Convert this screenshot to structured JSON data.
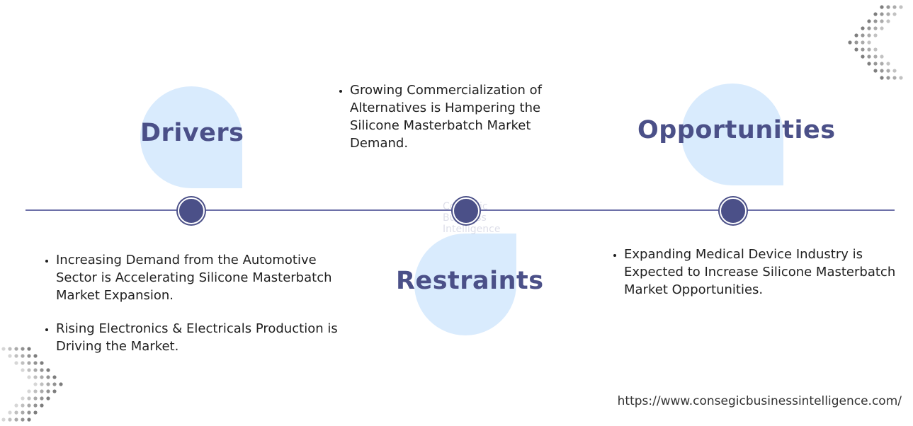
{
  "drivers": {
    "title": "Drivers",
    "items": [
      "Increasing Demand from the Automotive Sector is Accelerating Silicone Masterbatch Market Expansion.",
      "Rising Electronics & Electricals Production is Driving the Market."
    ]
  },
  "restraints": {
    "title": "Restraints",
    "items": [
      "Growing Commercialization of Alternatives is Hampering the Silicone Masterbatch Market Demand."
    ]
  },
  "opportunities": {
    "title": "Opportunities",
    "items": [
      "Expanding Medical Device Industry is Expected to Increase Silicone Masterbatch Market Opportunities."
    ]
  },
  "watermark": "Consegic Business Intelligence",
  "footer": {
    "url": "https://www.consegicbusinessintelligence.com/"
  },
  "colors": {
    "heading": "#4b5088",
    "blob": "#d9ebfd",
    "line": "#6d70a8"
  }
}
